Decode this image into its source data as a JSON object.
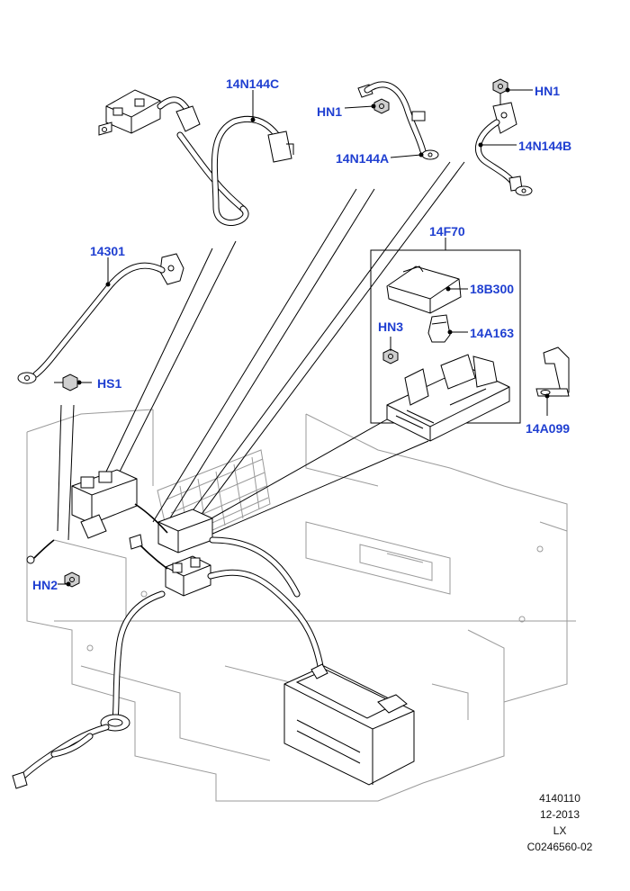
{
  "labels": {
    "l14N144C": "14N144C",
    "lHN1a": "HN1",
    "lHN1b": "HN1",
    "l14N144A": "14N144A",
    "l14N144B": "14N144B",
    "l14F70": "14F70",
    "l14301": "14301",
    "l18B300": "18B300",
    "lHN3": "HN3",
    "l14A163": "14A163",
    "lHS1": "HS1",
    "l14A099": "14A099",
    "lHN2": "HN2"
  },
  "footer": {
    "code1": "4140110",
    "date": "12-2013",
    "model": "LX",
    "ref": "C0246560-02"
  },
  "colors": {
    "label": "#1f3fd1",
    "line": "#000000"
  }
}
